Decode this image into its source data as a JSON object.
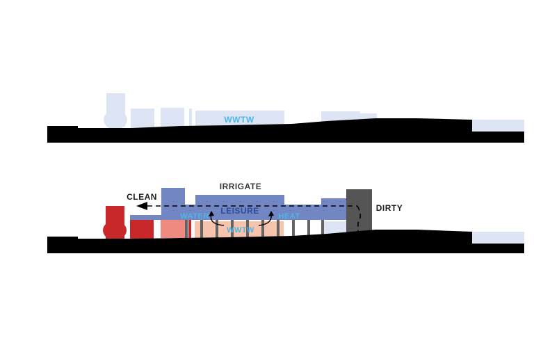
{
  "top_section": {
    "wwtw_label": "WWTW"
  },
  "bottom_section": {
    "irrigate_label": "IRRIGATE",
    "clean_label": "CLEAN",
    "dirty_label": "DIRTY",
    "leisure_label": "LEISURE",
    "water_label": "WATER",
    "heat_label": "HEAT",
    "wwtw_label": "WWTW"
  },
  "colors": {
    "ground": "#000000",
    "pale_blue": "#dde5f4",
    "mid_blue": "#7286c3",
    "dark_blue": "#2e4a9a",
    "cyan_text": "#4fb6e3",
    "red": "#c8282a",
    "salmon": "#ee8a7f",
    "peach": "#f6c3ad",
    "grey_tower": "#555555",
    "column_grey": "#646464",
    "label_dark": "#3a3a3a"
  }
}
